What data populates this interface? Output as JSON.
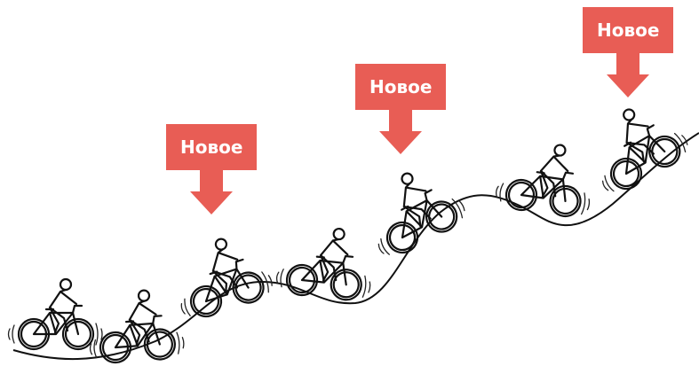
{
  "illustration": {
    "description_icon": "cyclists-on-hill-icon",
    "flag_color": "#e85d55",
    "flags": [
      {
        "label": "Новое"
      },
      {
        "label": "Новое"
      },
      {
        "label": "Новое"
      }
    ],
    "cyclist_count": 7
  }
}
